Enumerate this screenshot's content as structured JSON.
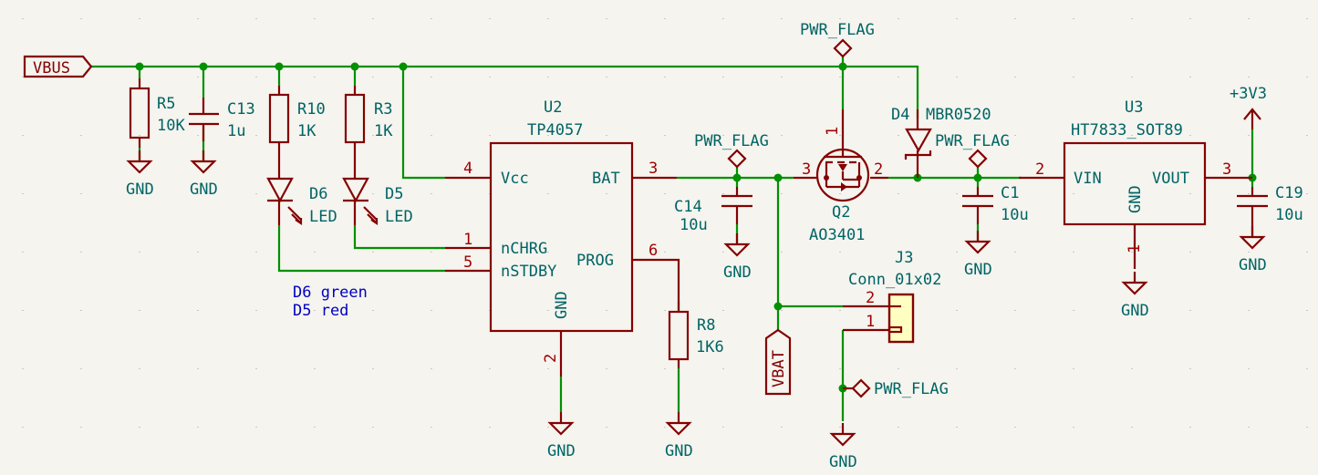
{
  "colors": {
    "wire": "#009000",
    "part": "#840000",
    "text": "#006464",
    "note": "#0000c0",
    "background": "#f5f4ef"
  },
  "global_labels": {
    "vbus": "VBUS",
    "vbat": "VBAT"
  },
  "power": {
    "gnd": "GND",
    "pwr_flag": "PWR_FLAG",
    "v33": "+3V3"
  },
  "components": {
    "R5": {
      "ref": "R5",
      "value": "10K"
    },
    "C13": {
      "ref": "C13",
      "value": "1u"
    },
    "R10": {
      "ref": "R10",
      "value": "1K"
    },
    "R3": {
      "ref": "R3",
      "value": "1K"
    },
    "D6": {
      "ref": "D6",
      "value": "LED"
    },
    "D5": {
      "ref": "D5",
      "value": "LED"
    },
    "U2": {
      "ref": "U2",
      "value": "TP4057",
      "pins": {
        "vcc": "Vcc",
        "bat": "BAT",
        "nchrg": "nCHRG",
        "nstdby": "nSTDBY",
        "prog": "PROG",
        "gnd": "GND"
      },
      "pin_numbers": {
        "vcc": "4",
        "bat": "3",
        "nchrg": "1",
        "nstdby": "5",
        "prog": "6",
        "gnd": "2"
      }
    },
    "R8": {
      "ref": "R8",
      "value": "1K6"
    },
    "C14": {
      "ref": "C14",
      "value": "10u"
    },
    "Q2": {
      "ref": "Q2",
      "value": "AO3401",
      "pin_numbers": {
        "gate": "1",
        "drain": "3",
        "source": "2"
      }
    },
    "D4": {
      "ref": "D4",
      "value": "MBR0520"
    },
    "C1": {
      "ref": "C1",
      "value": "10u"
    },
    "U3": {
      "ref": "U3",
      "value": "HT7833_SOT89",
      "pins": {
        "vin": "VIN",
        "vout": "VOUT",
        "gnd": "GND"
      },
      "pin_numbers": {
        "vin": "2",
        "vout": "3",
        "gnd": "1"
      }
    },
    "C19": {
      "ref": "C19",
      "value": "10u"
    },
    "J3": {
      "ref": "J3",
      "value": "Conn_01x02",
      "pin_numbers": {
        "p1": "1",
        "p2": "2"
      }
    }
  },
  "notes": {
    "line1": "D6 green",
    "line2": "D5 red"
  }
}
